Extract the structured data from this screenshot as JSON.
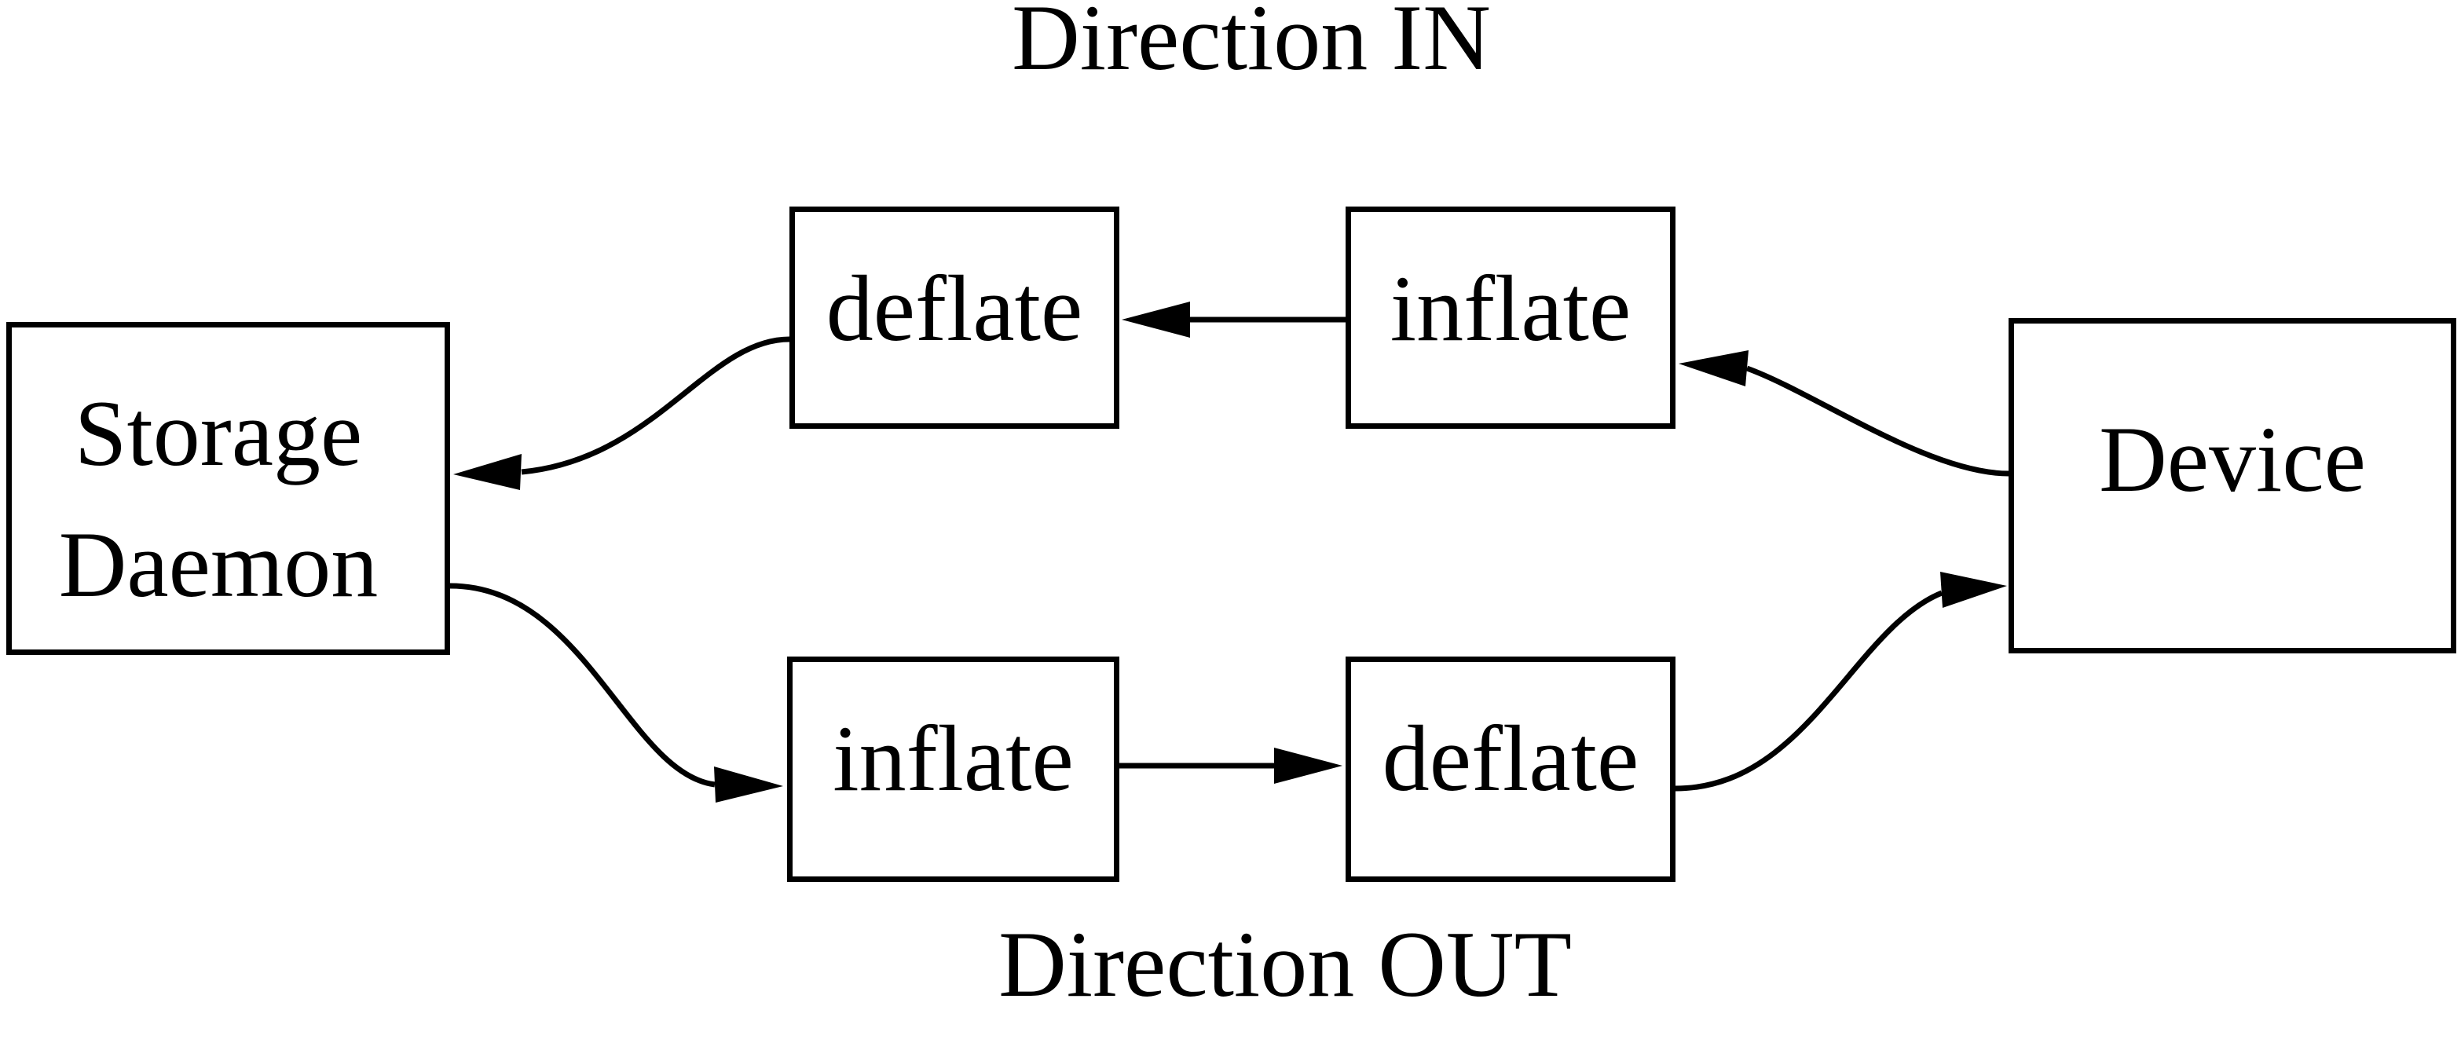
{
  "page": {
    "background": "#ffffff",
    "ink_color": "#000000"
  },
  "diagram": {
    "title_in": "Direction IN",
    "title_out": "Direction OUT",
    "nodes": {
      "storage_daemon": {
        "line1": "Storage",
        "line2": "Daemon"
      },
      "deflate_in": {
        "label": "deflate"
      },
      "inflate_in": {
        "label": "inflate"
      },
      "device": {
        "label": "Device"
      },
      "inflate_out": {
        "label": "inflate"
      },
      "deflate_out": {
        "label": "deflate"
      }
    },
    "edges": [
      {
        "from": "Device",
        "to": "inflate",
        "direction": "IN"
      },
      {
        "from": "inflate",
        "to": "deflate",
        "direction": "IN"
      },
      {
        "from": "deflate",
        "to": "Storage Daemon",
        "direction": "IN"
      },
      {
        "from": "Storage Daemon",
        "to": "inflate",
        "direction": "OUT"
      },
      {
        "from": "inflate",
        "to": "deflate",
        "direction": "OUT"
      },
      {
        "from": "deflate",
        "to": "Device",
        "direction": "OUT"
      }
    ]
  }
}
